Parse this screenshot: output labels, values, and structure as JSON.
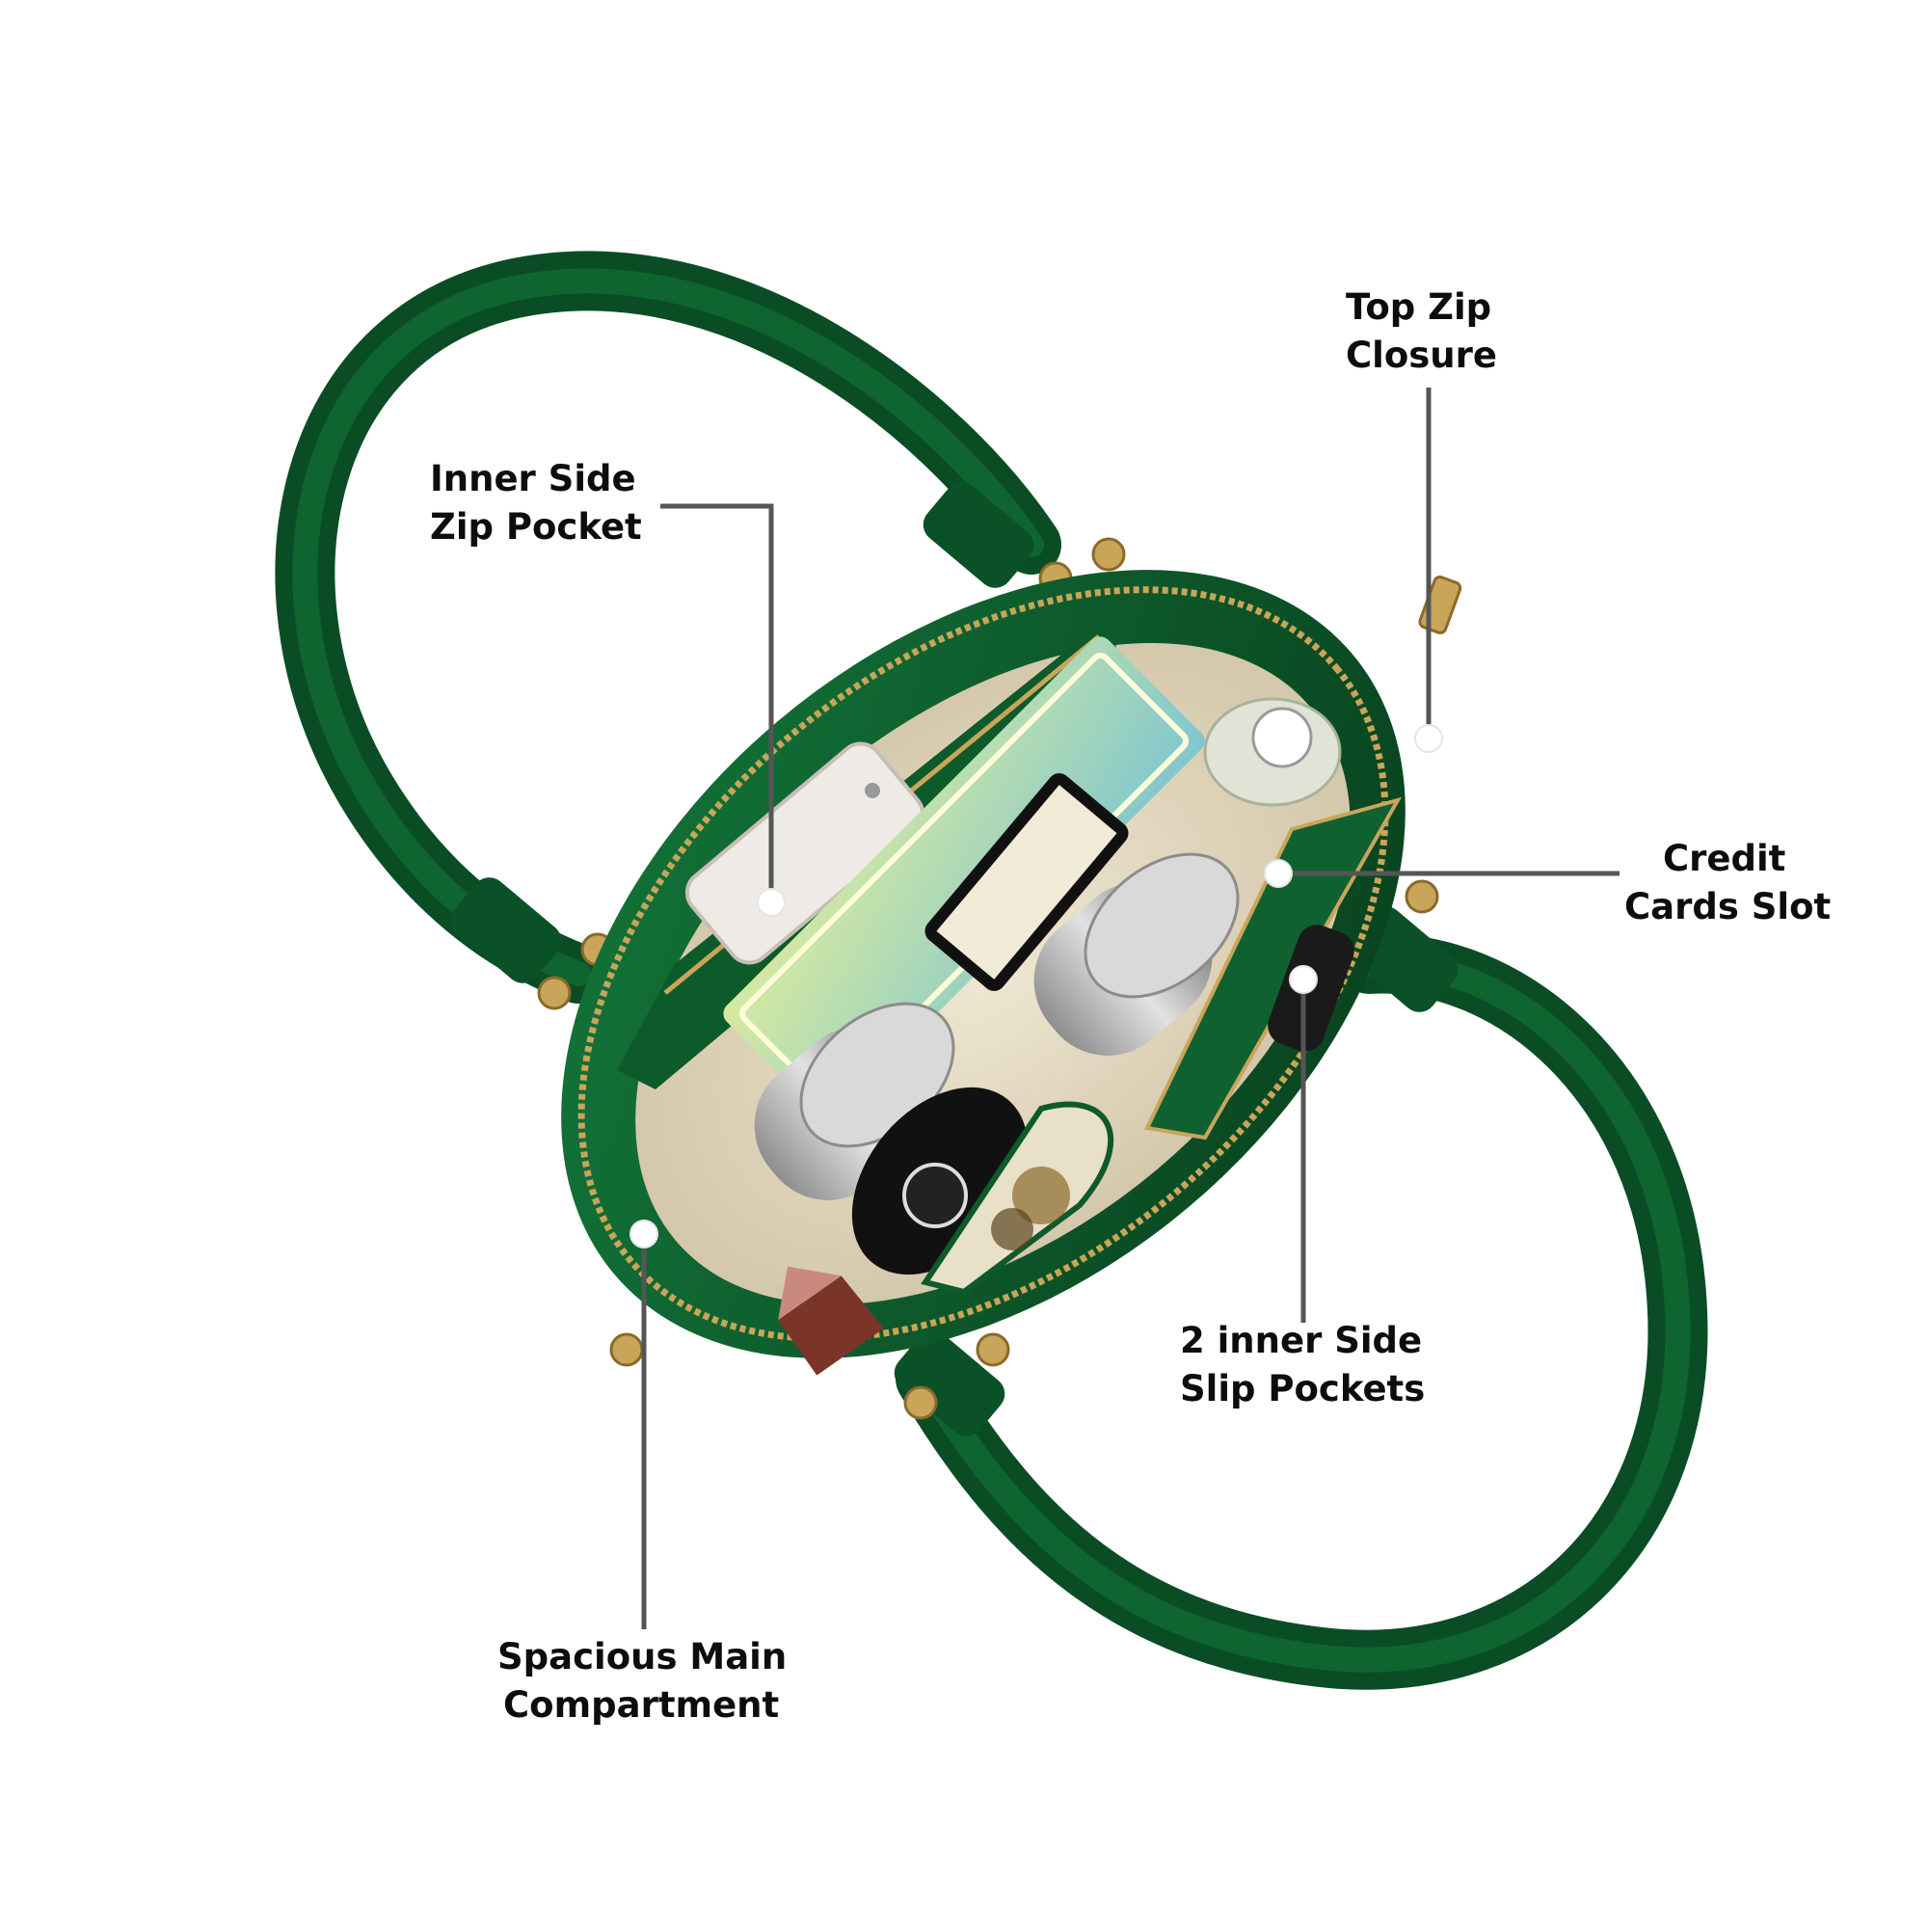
{
  "colors": {
    "background": "#ffffff",
    "bag_green": "#0e5a2c",
    "bag_green_dark": "#073d1b",
    "lining": "#e6dcc4",
    "zipper_gold": "#c9a55a",
    "leader_line": "#555555",
    "label_text": "#0d0d0d"
  },
  "callouts": {
    "inner_zip_pocket": {
      "line1": "Inner Side",
      "line2": "Zip Pocket"
    },
    "top_zip_closure": {
      "line1": "Top Zip",
      "line2": "Closure"
    },
    "credit_cards_slot": {
      "line1": "Credit",
      "line2": "Cards Slot"
    },
    "slip_pockets": {
      "line1": "2 inner Side",
      "line2": "Slip Pockets"
    },
    "main_compartment": {
      "line1": "Spacious Main",
      "line2": "Compartment"
    }
  },
  "icons": {
    "handbag": "handbag-illustration",
    "marker": "callout-dot"
  }
}
